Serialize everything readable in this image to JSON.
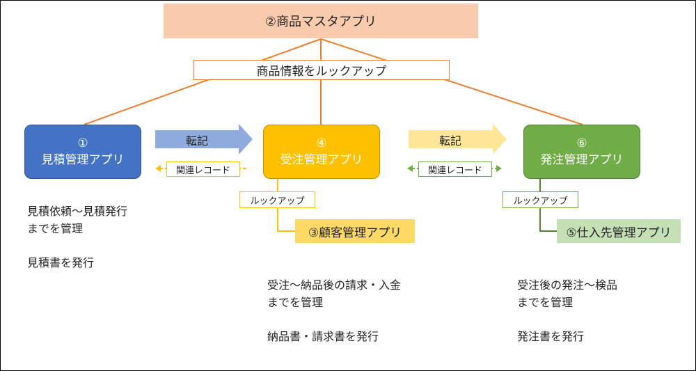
{
  "master_app": "②商品マスタアプリ",
  "lookup_main": "商品情報をルックアップ",
  "apps": {
    "estimate": {
      "num": "①",
      "name": "見積管理アプリ",
      "color": "#4472c4"
    },
    "order": {
      "num": "④",
      "name": "受注管理アプリ",
      "color": "#ffc000"
    },
    "purchase": {
      "num": "⑥",
      "name": "発注管理アプリ",
      "color": "#70ad47"
    }
  },
  "transfer_label": "転記",
  "related_record_label": "関連レコード",
  "lookup_label": "ルックアップ",
  "sub_apps": {
    "customer": "③顧客管理アプリ",
    "supplier": "⑤仕入先管理アプリ"
  },
  "descriptions": {
    "estimate": {
      "line1": "見積依頼～見積発行",
      "line2": "までを管理",
      "line3": "見積書を発行"
    },
    "order": {
      "line1": "受注～納品後の請求・入金",
      "line2": "までを管理",
      "line3": "納品書・請求書を発行"
    },
    "purchase": {
      "line1": "受注後の発注～検品",
      "line2": "までを管理",
      "line3": "発注書を発行"
    }
  }
}
